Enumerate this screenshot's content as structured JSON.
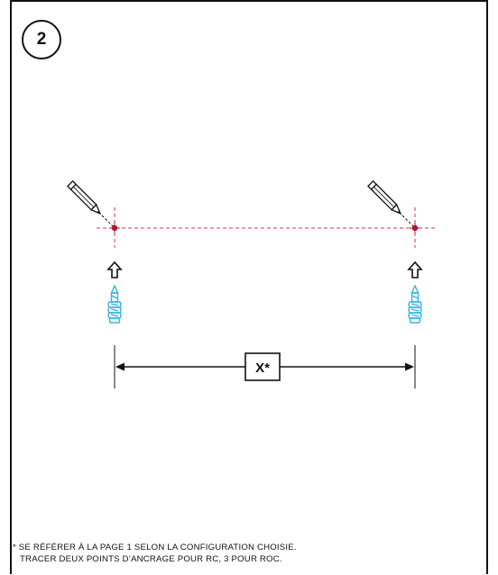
{
  "step": {
    "number": "2"
  },
  "dimension": {
    "label": "X*"
  },
  "colors": {
    "guide_line": "#e0304a",
    "mark": "#b4122c",
    "anchor": "#35b4e0",
    "ink": "#111111"
  },
  "icons": [
    "pencil-icon",
    "up-arrow-icon",
    "wall-anchor-icon"
  ],
  "footnote": {
    "line1": "* SE RÉFÉRER À LA PAGE 1 SELON LA CONFIGURATION CHOISIE.",
    "line2": "TRACER DEUX POINTS D’ANCRAGE POUR RC, 3 POUR ROC."
  }
}
